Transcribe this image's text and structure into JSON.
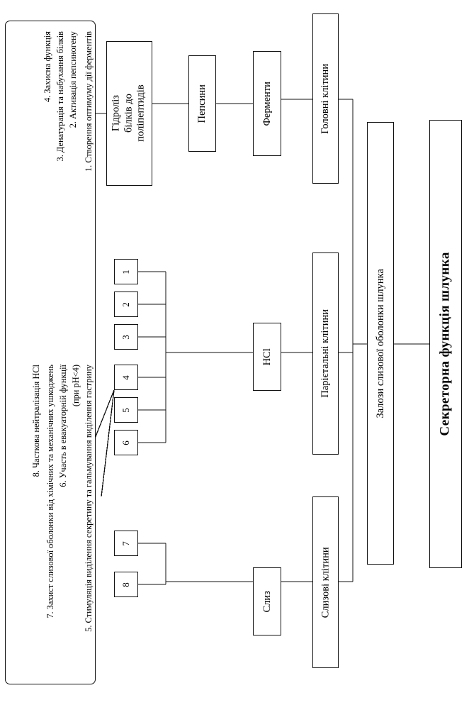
{
  "diagram": {
    "title": "Секреторна функція шлунка",
    "glands": "Залози слизової оболонки шлунка",
    "cells": [
      {
        "id": "chief",
        "label": "Головні клітини"
      },
      {
        "id": "parietal",
        "label": "Парієтальні клітини"
      },
      {
        "id": "mucous",
        "label": "Слизові клітини"
      }
    ],
    "secretions": [
      {
        "id": "ferments",
        "label": "Ферменти"
      },
      {
        "id": "hcl",
        "label": "HCl"
      },
      {
        "id": "mucus",
        "label": "Слиз"
      }
    ],
    "pepsins": "Пепсини",
    "hydrolysis_line1": "Гідроліз білків до",
    "hydrolysis_line2": "поліпептидів",
    "numbers": [
      "1",
      "2",
      "3",
      "4",
      "5",
      "6",
      "7",
      "8"
    ],
    "legend": [
      {
        "n": "1",
        "text": "1. Створення оптимуму дії ферментів"
      },
      {
        "n": "2",
        "text": "2. Активація пепсиногену"
      },
      {
        "n": "3",
        "text": "3. Денатурація та набухання білків"
      },
      {
        "n": "4",
        "text": "4. Захисна функція"
      },
      {
        "n": "5",
        "text": "5. Стимуляція виділення секретину та гальмування виділення гастрину"
      },
      {
        "n": "5b",
        "text": "(при pH<4)"
      },
      {
        "n": "6",
        "text": "6. Участь в евакуаторній функції"
      },
      {
        "n": "7",
        "text": "7. Захист слизової оболонки від хімічних та механічних ушкоджень"
      },
      {
        "n": "8",
        "text": "8. Часткова нейтралізація  HCl"
      }
    ],
    "colors": {
      "line": "#111111",
      "background": "#ffffff"
    }
  }
}
